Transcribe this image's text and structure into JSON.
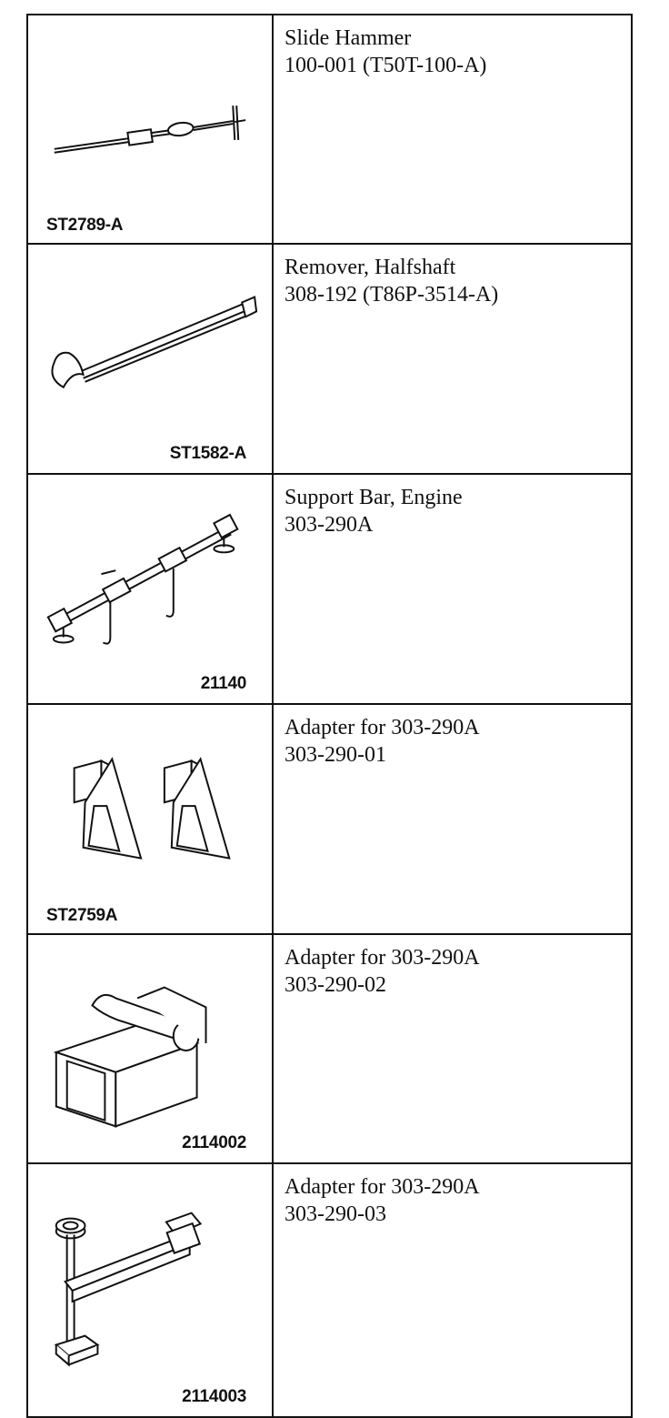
{
  "tools": [
    {
      "name": "Slide Hammer",
      "number": "100-001 (T50T-100-A)",
      "figure_label": "ST2789-A",
      "figure_icon": "slide-hammer-icon",
      "label_align": "left"
    },
    {
      "name": "Remover, Halfshaft",
      "number": "308-192 (T86P-3514-A)",
      "figure_label": "ST1582-A",
      "figure_icon": "halfshaft-remover-icon",
      "label_align": "right"
    },
    {
      "name": "Support Bar, Engine",
      "number": "303-290A",
      "figure_label": "21140",
      "figure_icon": "engine-support-bar-icon",
      "label_align": "right"
    },
    {
      "name": "Adapter for 303-290A",
      "number": "303-290-01",
      "figure_label": "ST2759A",
      "figure_icon": "adapter-brackets-icon",
      "label_align": "left"
    },
    {
      "name": "Adapter for 303-290A",
      "number": "303-290-02",
      "figure_label": "2114002",
      "figure_icon": "adapter-block-icon",
      "label_align": "right"
    },
    {
      "name": "Adapter for 303-290A",
      "number": "303-290-03",
      "figure_label": "2114003",
      "figure_icon": "adapter-clamp-icon",
      "label_align": "right"
    }
  ]
}
